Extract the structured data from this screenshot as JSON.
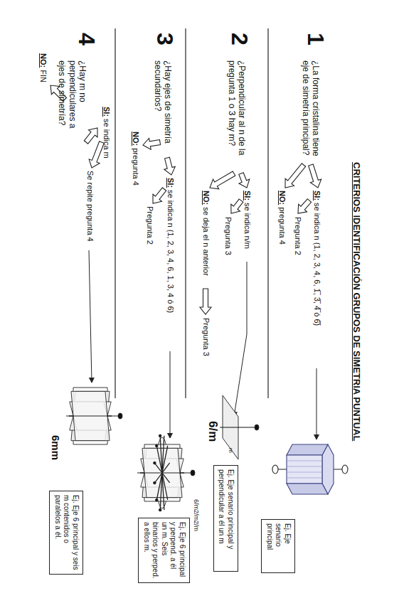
{
  "diagram": {
    "title": "CRITERIOS IDENTIFICACIÓN GRUPOS DE SIMETRIA PUNTUAL",
    "nodes": [
      {
        "text": [
          "Ej. Eje senario principal"
        ]
      },
      {
        "text": [
          "Ej. Eje senario principal y perpendicular a él un m"
        ]
      },
      {
        "text": [
          "Ej. Eje 6 principal y perpend. a él un m. Seis binarios y perped. a ellos m."
        ]
      },
      {
        "text": [
          "Ej. Eje 6 principal y seis m contenidos o paralelos a él."
        ]
      }
    ],
    "labels": [
      "1",
      "¿La forma cristalina tiene eje de simetría principal?",
      "SI: se indica n (1, 2, 3, 4, 6, 1̅, 3̅, 4̅ ó 6̅)",
      "Pregunta 2",
      "NO: pregunta 4",
      "2",
      "¿Perpendicular al n de la pregunta 1 o 3 hay m?",
      "SI: se indica n/m",
      "Pregunta 3",
      "NO: se deja el n anterior",
      "Pregunta 3",
      "3",
      "¿Hay ejes de simetría secundarios?",
      "SI: se indica n (1, 2, 3, 4, 6, 1, 3, 4 ó 6)",
      "Pregunta 2",
      "NO: pregunta 4",
      "4",
      "¿Hay m no perpendiculares a ejes de simetría?",
      "SI: se indica m",
      "Se repite pregunta 4",
      "NO: FIN",
      "6/m",
      "m",
      "6/m2/m2/m",
      "6mm"
    ]
  }
}
